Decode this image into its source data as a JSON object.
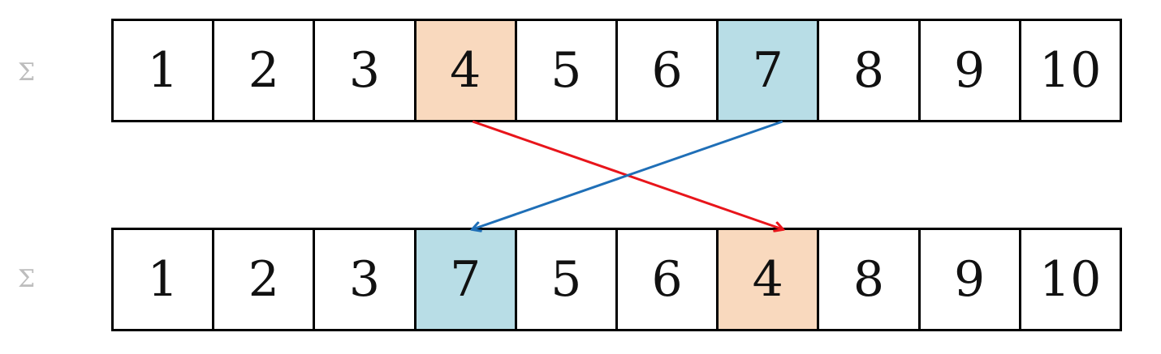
{
  "labels": {
    "top": "Σ",
    "bottom": "Σ"
  },
  "top_row": [
    {
      "value": "1",
      "highlight": "none"
    },
    {
      "value": "2",
      "highlight": "none"
    },
    {
      "value": "3",
      "highlight": "none"
    },
    {
      "value": "4",
      "highlight": "orange"
    },
    {
      "value": "5",
      "highlight": "none"
    },
    {
      "value": "6",
      "highlight": "none"
    },
    {
      "value": "7",
      "highlight": "blue"
    },
    {
      "value": "8",
      "highlight": "none"
    },
    {
      "value": "9",
      "highlight": "none"
    },
    {
      "value": "10",
      "highlight": "none"
    }
  ],
  "bottom_row": [
    {
      "value": "1",
      "highlight": "none"
    },
    {
      "value": "2",
      "highlight": "none"
    },
    {
      "value": "3",
      "highlight": "none"
    },
    {
      "value": "7",
      "highlight": "blue"
    },
    {
      "value": "5",
      "highlight": "none"
    },
    {
      "value": "6",
      "highlight": "none"
    },
    {
      "value": "4",
      "highlight": "orange"
    },
    {
      "value": "8",
      "highlight": "none"
    },
    {
      "value": "9",
      "highlight": "none"
    },
    {
      "value": "10",
      "highlight": "none"
    }
  ],
  "arrows": [
    {
      "from_index": 3,
      "to_index": 6,
      "color": "#e8151b"
    },
    {
      "from_index": 6,
      "to_index": 3,
      "color": "#1f6fb7"
    }
  ],
  "colors": {
    "orange": "#f9d9be",
    "blue": "#b8dde6"
  }
}
